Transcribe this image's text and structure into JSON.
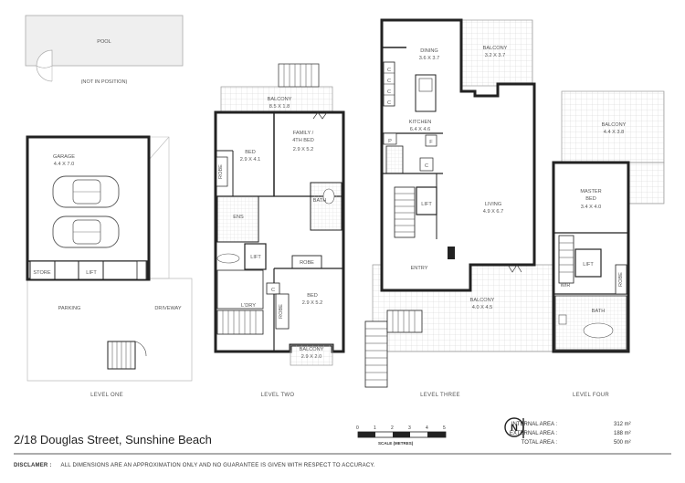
{
  "rooms": {
    "pool": {
      "name": "POOL"
    },
    "not_in_position": "(NOT IN POSITION)",
    "garage": {
      "name": "GARAGE",
      "size": "4.4 X 7.0"
    },
    "store": "STORE",
    "lift": "LIFT",
    "parking": "PARKING",
    "driveway": "DRIVEWAY",
    "l2_balcony_top": {
      "name": "BALCONY",
      "size": "8.5 X 1.8"
    },
    "l2_family": {
      "name": "FAMILY /",
      "name2": "4TH BED",
      "size": "2.9 X 5.2"
    },
    "l2_bed1": {
      "name": "BED",
      "size": "2.9 X 4.1"
    },
    "robe": "ROBE",
    "ens": "ENS",
    "bath": "BATH",
    "ldry": "L'DRY",
    "l2_bed2": {
      "name": "BED",
      "size": "2.9 X 5.2"
    },
    "l2_balcony_bottom": {
      "name": "BALCONY",
      "size": "2.9 X 2.0"
    },
    "dining": {
      "name": "DINING",
      "size": "3.6 X 3.7"
    },
    "l3_balcony_top": {
      "name": "BALCONY",
      "size": "3.2 X 3.7"
    },
    "kitchen": {
      "name": "KITCHEN",
      "size": "6.4 X 4.6"
    },
    "living": {
      "name": "LIVING",
      "size": "4.9 X 6.7"
    },
    "entry": "ENTRY",
    "l3_balcony_bottom": {
      "name": "BALCONY",
      "size": "4.0 X 4.5"
    },
    "l4_balcony": {
      "name": "BALCONY",
      "size": "4.4 X 3.8"
    },
    "master": {
      "name": "MASTER",
      "name2": "BED",
      "size": "3.4 X 4.0"
    },
    "wir": "WIR",
    "c": "C",
    "p": "P",
    "f": "F"
  },
  "levels": {
    "one": "LEVEL ONE",
    "two": "LEVEL TWO",
    "three": "LEVEL THREE",
    "four": "LEVEL FOUR"
  },
  "scale": {
    "title": "SCALE (METRES)",
    "ticks": [
      "0",
      "1",
      "2",
      "3",
      "4",
      "5"
    ]
  },
  "compass_label": "N",
  "areas": [
    {
      "label": "INTERNAL AREA :",
      "value": "312 m²"
    },
    {
      "label": "EXTERNAL AREA :",
      "value": "188 m²"
    },
    {
      "label": "TOTAL AREA :",
      "value": "500 m²"
    }
  ],
  "address": "2/18 Douglas Street, Sunshine Beach",
  "disclaimer": {
    "label": "DISCLAMER :",
    "text": "ALL DIMENSIONS ARE AN APPROXIMATION ONLY AND NO GUARANTEE IS GIVEN WITH RESPECT TO ACCURACY."
  }
}
